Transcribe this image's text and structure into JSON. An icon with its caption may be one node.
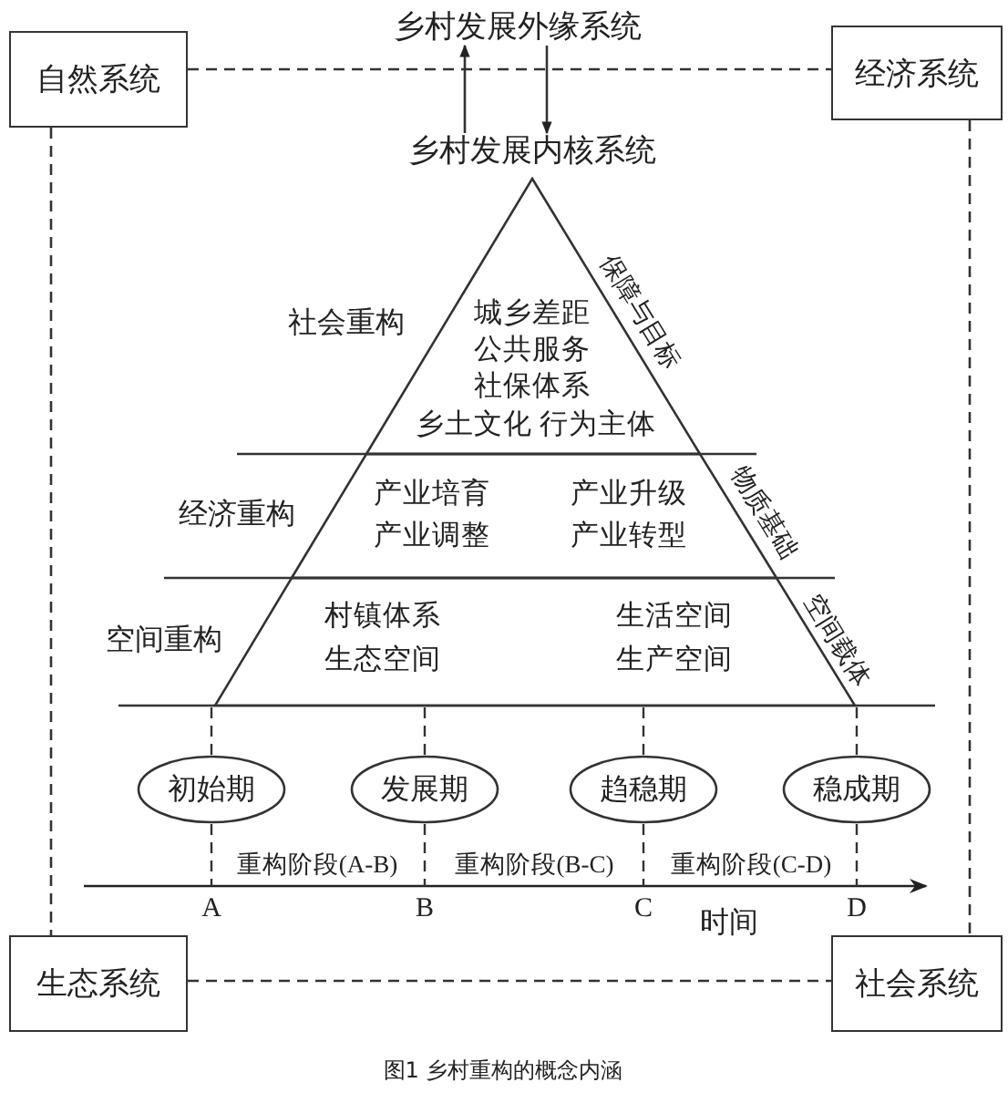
{
  "diagram": {
    "caption": "图1 乡村重构的概念内涵",
    "nodes": [
      {
        "text": [
          "自然系统"
        ]
      },
      {
        "text": [
          "经济系统"
        ]
      },
      {
        "text": [
          "生态系统"
        ]
      },
      {
        "text": [
          "社会系统"
        ]
      },
      {
        "text": [
          "乡村发展外缘系统"
        ]
      },
      {
        "text": [
          "乡村发展内核系统"
        ]
      },
      {
        "text": [
          "城乡差距",
          "公共服务",
          "社保体系",
          "乡土文化",
          "行为主体"
        ],
        "beside": [
          "社会重构",
          "保障与目标"
        ]
      },
      {
        "text": [
          "产业培育",
          "产业调整",
          "产业升级",
          "产业转型"
        ],
        "beside": [
          "经济重构",
          "物质基础"
        ]
      },
      {
        "text": [
          "村镇体系",
          "生态空间",
          "生活空间",
          "生产空间"
        ],
        "beside": [
          "空间重构",
          "空间载体"
        ]
      },
      {
        "text": [
          "初始期"
        ]
      },
      {
        "text": [
          "发展期"
        ]
      },
      {
        "text": [
          "趋稳期"
        ]
      },
      {
        "text": [
          "稳成期"
        ]
      }
    ],
    "edges": [
      {
        "from": 0,
        "to": 1,
        "arrow": "none",
        "style": "dashed"
      },
      {
        "from": 0,
        "to": 2,
        "arrow": "none",
        "style": "dashed"
      },
      {
        "from": 1,
        "to": 3,
        "arrow": "none",
        "style": "dashed"
      },
      {
        "from": 2,
        "to": 3,
        "arrow": "none",
        "style": "dashed"
      },
      {
        "from": 5,
        "to": 4,
        "arrow": "to"
      },
      {
        "from": 4,
        "to": 5,
        "arrow": "to"
      }
    ],
    "labels": [
      "重构阶段(A-B)",
      "重构阶段(B-C)",
      "重构阶段(C-D)",
      "A",
      "B",
      "C",
      "D",
      "时间"
    ]
  }
}
